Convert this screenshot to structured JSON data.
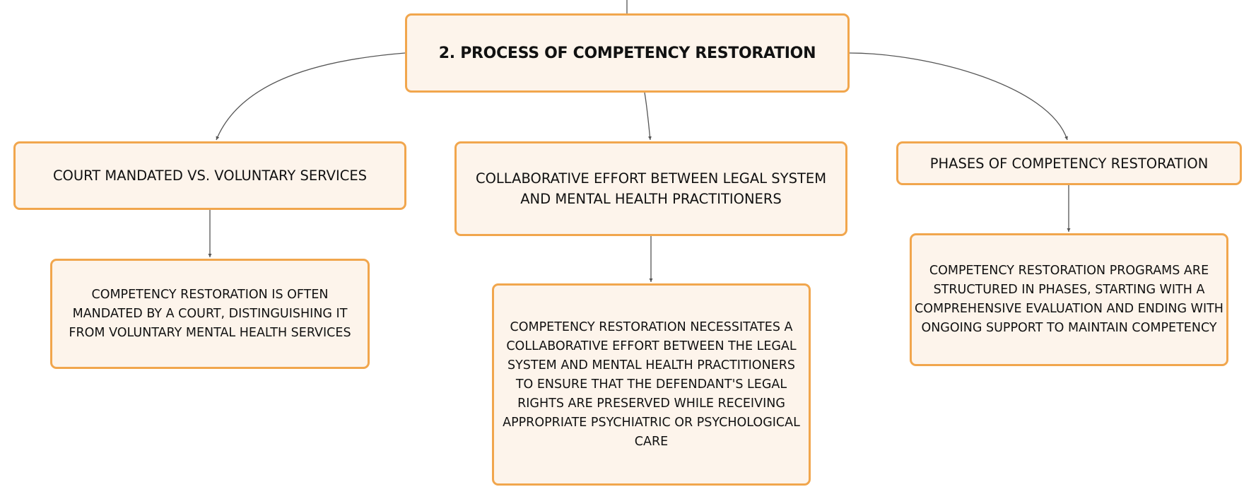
{
  "diagram": {
    "root": {
      "label": "2. PROCESS OF COMPETENCY RESTORATION"
    },
    "branches": [
      {
        "id": "court-mandated",
        "label": "COURT MANDATED VS. VOLUNTARY SERVICES",
        "detail": "COMPETENCY RESTORATION IS OFTEN MANDATED BY A COURT, DISTINGUISHING IT FROM VOLUNTARY MENTAL HEALTH SERVICES"
      },
      {
        "id": "collaborative-effort",
        "label": "COLLABORATIVE EFFORT BETWEEN LEGAL SYSTEM AND MENTAL HEALTH PRACTITIONERS",
        "detail": "COMPETENCY RESTORATION NECESSITATES A COLLABORATIVE EFFORT BETWEEN THE LEGAL SYSTEM AND MENTAL HEALTH PRACTITIONERS TO ENSURE THAT THE DEFENDANT'S LEGAL RIGHTS ARE PRESERVED WHILE RECEIVING APPROPRIATE PSYCHIATRIC OR PSYCHOLOGICAL CARE"
      },
      {
        "id": "phases",
        "label": "PHASES OF COMPETENCY RESTORATION",
        "detail": "COMPETENCY RESTORATION PROGRAMS ARE STRUCTURED IN PHASES, STARTING WITH A COMPREHENSIVE EVALUATION AND ENDING WITH ONGOING SUPPORT TO MAINTAIN COMPETENCY"
      }
    ],
    "colors": {
      "node_fill": "#fdf4eb",
      "node_border": "#f1a64d",
      "connector": "#555555",
      "text": "#111111"
    }
  }
}
